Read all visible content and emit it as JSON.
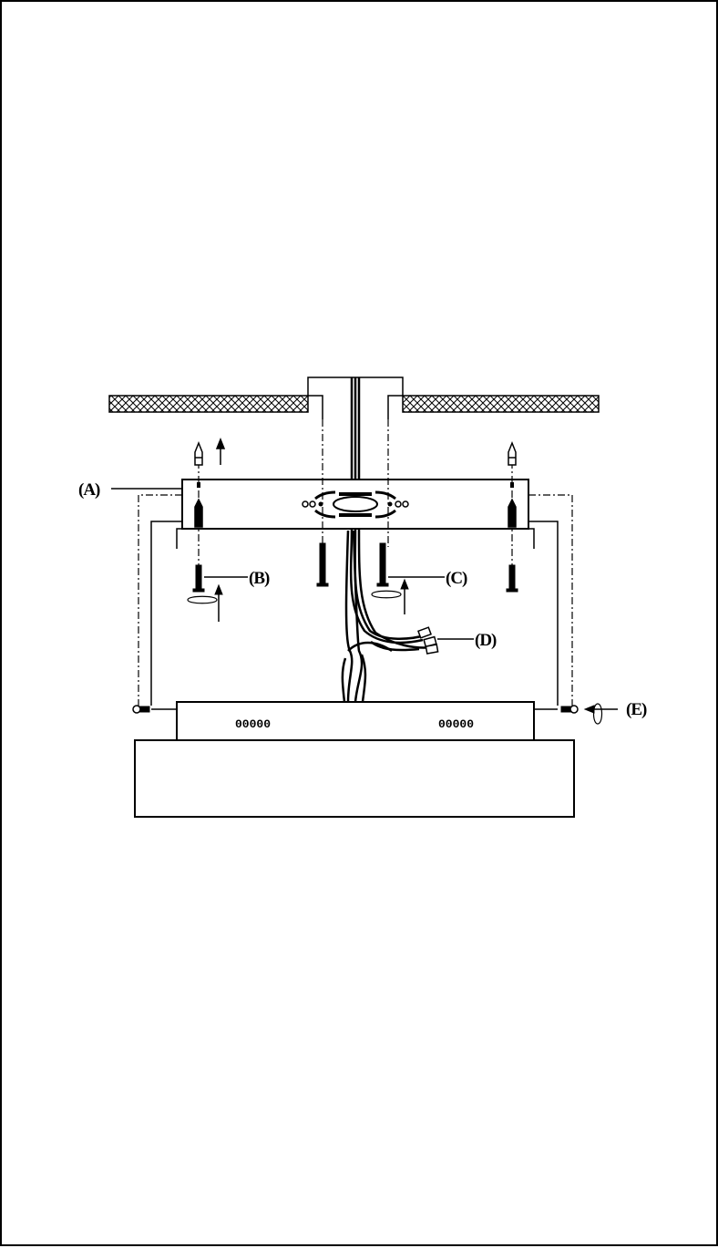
{
  "diagram": {
    "labels": {
      "a": "(A)",
      "b": "(B)",
      "c": "(C)",
      "d": "(D)",
      "e": "(E)"
    },
    "vent_marks": {
      "left": "00000",
      "right": "00000"
    },
    "colors": {
      "ink": "#000000",
      "paper": "#ffffff"
    }
  }
}
